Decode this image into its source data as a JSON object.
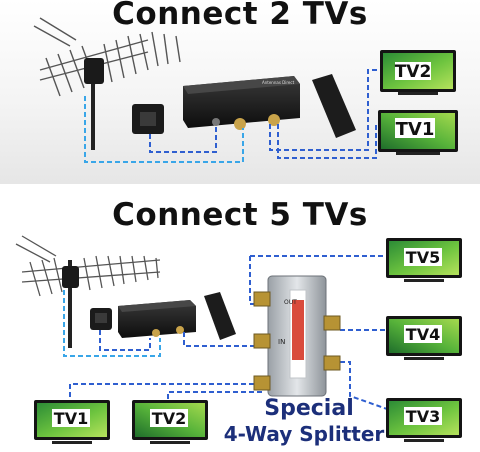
{
  "section_top": {
    "title": "Connect 2 TVs",
    "tvs": [
      "TV2",
      "TV1"
    ]
  },
  "section_bottom": {
    "title": "Connect 5 TVs",
    "tvs": [
      "TV5",
      "TV4",
      "TV3",
      "TV2",
      "TV1"
    ],
    "caption_line1": "Special",
    "caption_line2": "4-Way Splitter",
    "splitter_text": {
      "port_in": "IN",
      "port_out": "OUT"
    }
  },
  "device": {
    "brand": "Antennas Direct"
  },
  "colors": {
    "cable_blue": "#2f5fd0",
    "cable_light": "#39a6e8",
    "caption": "#1c2f7a",
    "tv_frame": "#141414"
  }
}
